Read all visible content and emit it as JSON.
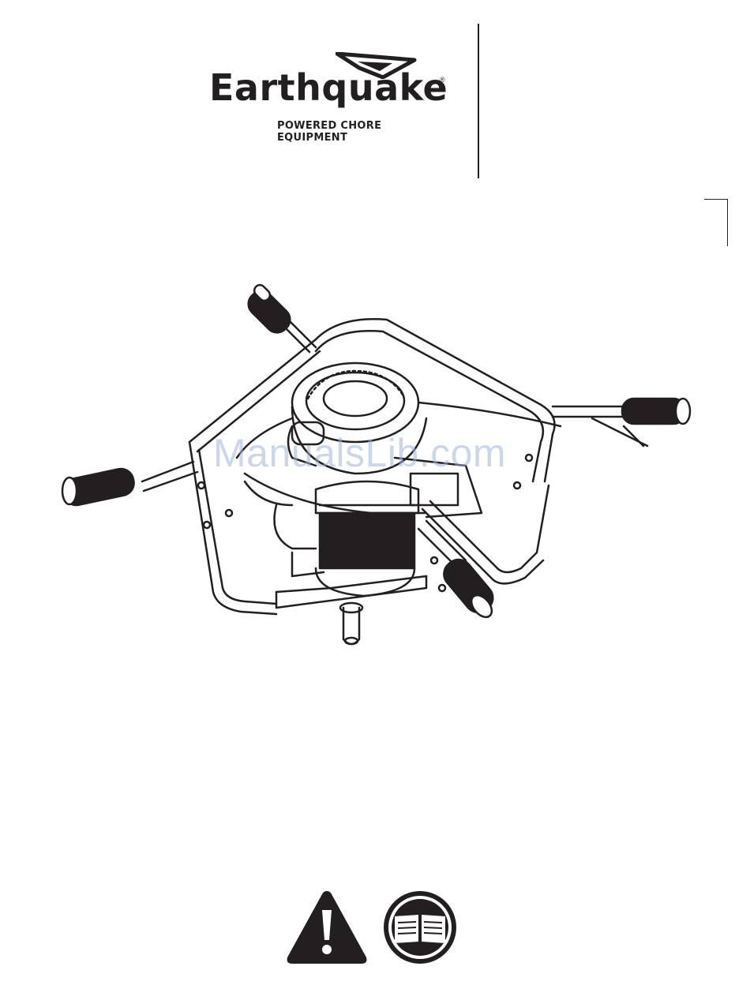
{
  "brand": {
    "name": "Earthquake",
    "registered": "®",
    "tagline": "POWERED CHORE EQUIPMENT"
  },
  "watermark": "ManualsLib.com",
  "icons": {
    "logo": "chevron-logo-icon",
    "warning": "warning-triangle-icon",
    "manual": "read-manual-book-icon",
    "illustration": "earth-auger-powerhead-illustration"
  },
  "colors": {
    "ink": "#231f20",
    "background": "#ffffff",
    "watermark": "#a0b4d7"
  }
}
